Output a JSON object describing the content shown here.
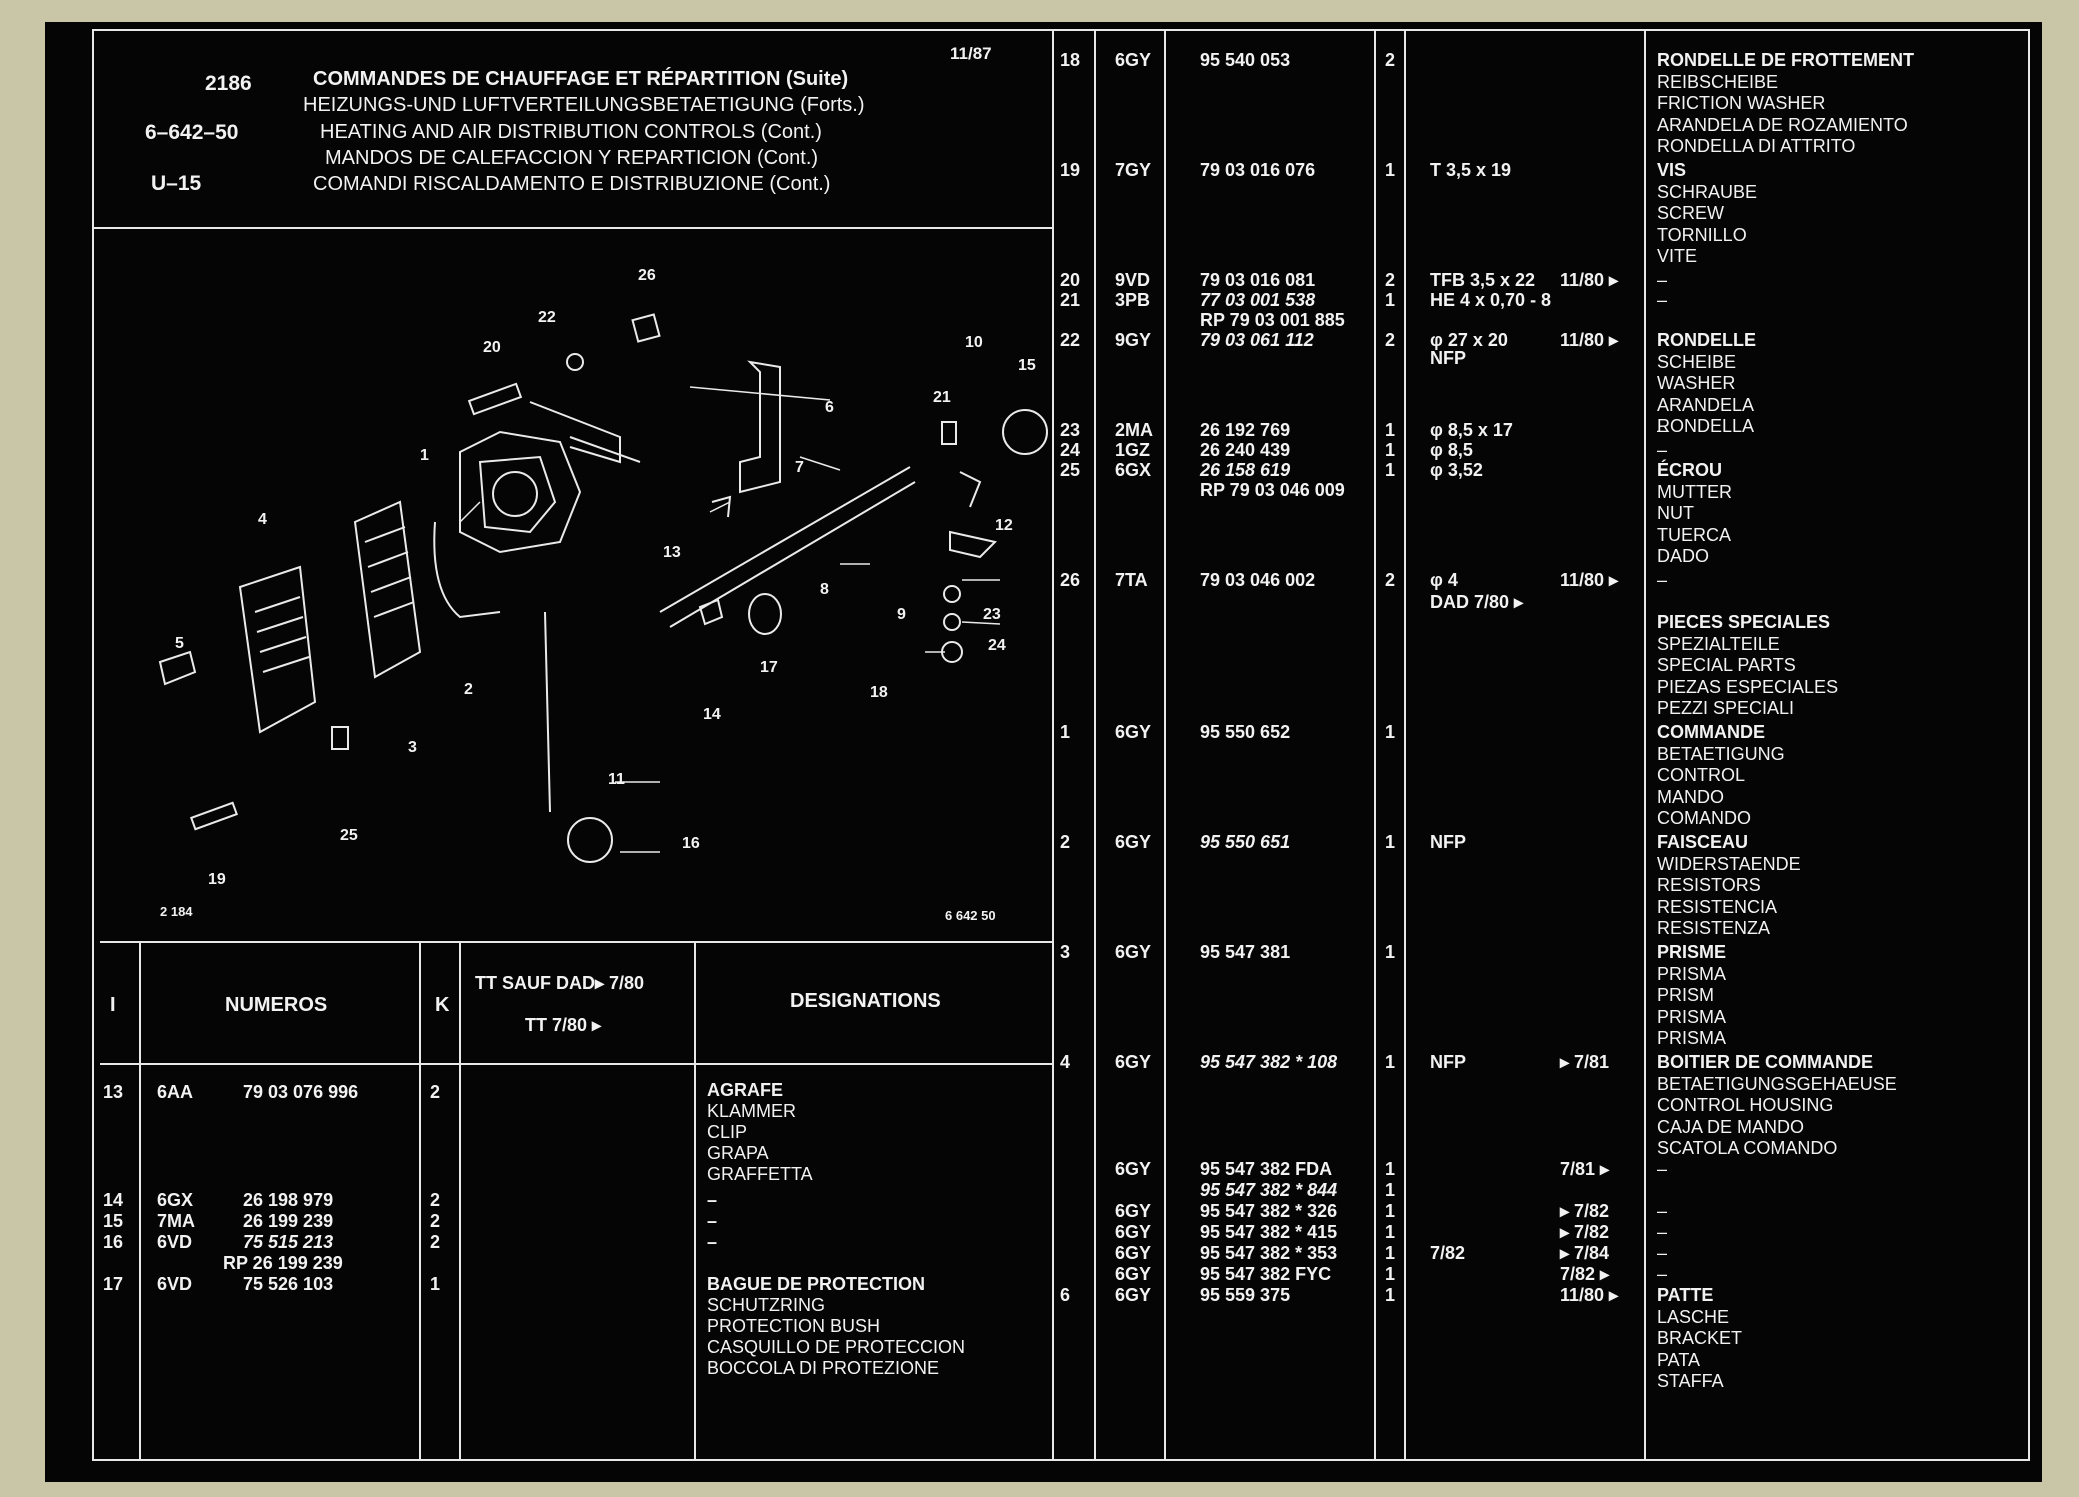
{
  "header": {
    "page": "2186",
    "date": "11/87",
    "ref1": "6–642–50",
    "ref2": "U–15",
    "titles": [
      "COMMANDES DE CHAUFFAGE ET RÉPARTITION (Suite)",
      "HEIZUNGS-UND LUFTVERTEILUNGSBETAETIGUNG (Forts.)",
      "HEATING AND AIR DISTRIBUTION CONTROLS (Cont.)",
      "MANDOS DE CALEFACCION Y REPARTICION (Cont.)",
      "COMANDI RISCALDAMENTO E DISTRIBUZIONE (Cont.)"
    ]
  },
  "diagram": {
    "code_left": "2 184",
    "code_right": "6 642 50",
    "callouts": [
      "1",
      "2",
      "3",
      "4",
      "5",
      "6",
      "7",
      "8",
      "9",
      "10",
      "11",
      "12",
      "13",
      "14",
      "15",
      "16",
      "17",
      "18",
      "19",
      "20",
      "21",
      "22",
      "23",
      "24",
      "25",
      "26"
    ]
  },
  "left_table": {
    "headers": {
      "index": "I",
      "numbers": "NUMEROS",
      "k": "K",
      "tt_line1": "TT SAUF DAD▸ 7/80",
      "tt_line2": "TT 7/80 ▸",
      "designations": "DESIGNATIONS"
    },
    "rows": [
      {
        "i": "13",
        "code": "6AA",
        "num": "79 03 076 996",
        "k": "2",
        "des": [
          "AGRAFE",
          "KLAMMER",
          "CLIP",
          "GRAPA",
          "GRAFFETTA"
        ]
      },
      {
        "i": "14",
        "code": "6GX",
        "num": "26 198 979",
        "k": "2",
        "des": [
          "–"
        ]
      },
      {
        "i": "15",
        "code": "7MA",
        "num": "26 199 239",
        "k": "2",
        "des": [
          "–"
        ]
      },
      {
        "i": "16",
        "code": "6VD",
        "num": "75 515 213",
        "k": "2",
        "des": [
          "–"
        ]
      },
      {
        "i": "",
        "code": "",
        "num": "RP 26 199 239",
        "k": "",
        "des": []
      },
      {
        "i": "17",
        "code": "6VD",
        "num": "75 526 103",
        "k": "1",
        "des": [
          "BAGUE DE PROTECTION",
          "SCHUTZRING",
          "PROTECTION BUSH",
          "CASQUILLO DE PROTECCION",
          "BOCCOLA DI PROTEZIONE"
        ]
      }
    ]
  },
  "right_table": {
    "rows": [
      {
        "i": "18",
        "code": "6GY",
        "num": "95 540 053",
        "k": "2",
        "note": "",
        "date": "",
        "des": [
          "RONDELLE DE FROTTEMENT",
          "REIBSCHEIBE",
          "FRICTION WASHER",
          "ARANDELA DE ROZAMIENTO",
          "RONDELLA DI ATTRITO"
        ]
      },
      {
        "i": "19",
        "code": "7GY",
        "num": "79 03 016 076",
        "k": "1",
        "note": "T 3,5 x 19",
        "date": "",
        "des": [
          "VIS",
          "SCHRAUBE",
          "SCREW",
          "TORNILLO",
          "VITE"
        ]
      },
      {
        "i": "20",
        "code": "9VD",
        "num": "79 03 016 081",
        "k": "2",
        "note": "TFB 3,5 x 22",
        "date": "11/80 ▸",
        "des": [
          "–"
        ]
      },
      {
        "i": "21",
        "code": "3PB",
        "num": "77 03 001 538",
        "k": "1",
        "note": "HE 4 x 0,70 - 8",
        "date": "",
        "des": [
          "–"
        ]
      },
      {
        "i": "",
        "code": "",
        "num": "RP 79 03 001 885",
        "k": "",
        "note": "",
        "date": "",
        "des": []
      },
      {
        "i": "22",
        "code": "9GY",
        "num": "79 03 061 112",
        "k": "2",
        "note": "φ 27 x 20",
        "date": "11/80 ▸",
        "des": [
          "RONDELLE",
          "SCHEIBE",
          "WASHER",
          "ARANDELA",
          "RONDELLA"
        ]
      },
      {
        "i": "",
        "code": "",
        "num": "",
        "k": "",
        "note": "NFP",
        "date": "",
        "des": []
      },
      {
        "i": "23",
        "code": "2MA",
        "num": "26 192 769",
        "k": "1",
        "note": "φ 8,5 x 17",
        "date": "",
        "des": [
          "–"
        ]
      },
      {
        "i": "24",
        "code": "1GZ",
        "num": "26 240 439",
        "k": "1",
        "note": "φ 8,5",
        "date": "",
        "des": [
          "–"
        ]
      },
      {
        "i": "25",
        "code": "6GX",
        "num": "26 158 619",
        "k": "1",
        "note": "φ 3,52",
        "date": "",
        "des": [
          "ÉCROU",
          "MUTTER",
          "NUT",
          "TUERCA",
          "DADO"
        ]
      },
      {
        "i": "",
        "code": "",
        "num": "RP 79 03 046 009",
        "k": "",
        "note": "",
        "date": "",
        "des": []
      },
      {
        "i": "26",
        "code": "7TA",
        "num": "79 03 046 002",
        "k": "2",
        "note": "φ 4",
        "date": "11/80 ▸",
        "des": [
          "–"
        ]
      },
      {
        "i": "",
        "code": "",
        "num": "",
        "k": "",
        "note": "DAD 7/80 ▸",
        "date": "",
        "des": []
      },
      {
        "i": "",
        "code": "",
        "num": "",
        "k": "",
        "note": "",
        "date": "",
        "des": [
          "PIECES SPECIALES",
          "SPEZIALTEILE",
          "SPECIAL PARTS",
          "PIEZAS ESPECIALES",
          "PEZZI SPECIALI"
        ]
      },
      {
        "i": "1",
        "code": "6GY",
        "num": "95 550 652",
        "k": "1",
        "note": "",
        "date": "",
        "des": [
          "COMMANDE",
          "BETAETIGUNG",
          "CONTROL",
          "MANDO",
          "COMANDO"
        ]
      },
      {
        "i": "2",
        "code": "6GY",
        "num": "95 550 651",
        "k": "1",
        "note": "NFP",
        "date": "",
        "des": [
          "FAISCEAU",
          "WIDERSTAENDE",
          "RESISTORS",
          "RESISTENCIA",
          "RESISTENZA"
        ]
      },
      {
        "i": "3",
        "code": "6GY",
        "num": "95 547 381",
        "k": "1",
        "note": "",
        "date": "",
        "des": [
          "PRISME",
          "PRISMA",
          "PRISM",
          "PRISMA",
          "PRISMA"
        ]
      },
      {
        "i": "4",
        "code": "6GY",
        "num": "95 547 382 * 108",
        "k": "1",
        "note": "NFP",
        "date": "▸ 7/81",
        "des": [
          "BOITIER DE COMMANDE",
          "BETAETIGUNGSGEHAEUSE",
          "CONTROL HOUSING",
          "CAJA DE MANDO",
          "SCATOLA COMANDO"
        ]
      },
      {
        "i": "",
        "code": "6GY",
        "num": "95 547 382   FDA",
        "k": "1",
        "note": "",
        "date": "7/81 ▸",
        "des": [
          "–"
        ]
      },
      {
        "i": "",
        "code": "",
        "num": "95 547 382 * 844",
        "k": "1",
        "note": "",
        "date": "",
        "des": []
      },
      {
        "i": "",
        "code": "6GY",
        "num": "95 547 382 * 326",
        "k": "1",
        "note": "",
        "date": "▸ 7/82",
        "des": [
          "–"
        ]
      },
      {
        "i": "",
        "code": "6GY",
        "num": "95 547 382 * 415",
        "k": "1",
        "note": "",
        "date": "▸ 7/82",
        "des": [
          "–"
        ]
      },
      {
        "i": "",
        "code": "6GY",
        "num": "95 547 382 * 353",
        "k": "1",
        "note": "7/82",
        "date": "▸ 7/84",
        "des": [
          "–"
        ]
      },
      {
        "i": "",
        "code": "6GY",
        "num": "95 547 382  FYC",
        "k": "1",
        "note": "",
        "date": "7/82 ▸",
        "des": [
          "–"
        ]
      },
      {
        "i": "6",
        "code": "6GY",
        "num": "95 559 375",
        "k": "1",
        "note": "",
        "date": "11/80 ▸",
        "des": [
          "PATTE",
          "LASCHE",
          "BRACKET",
          "PATA",
          "STAFFA"
        ]
      }
    ]
  }
}
